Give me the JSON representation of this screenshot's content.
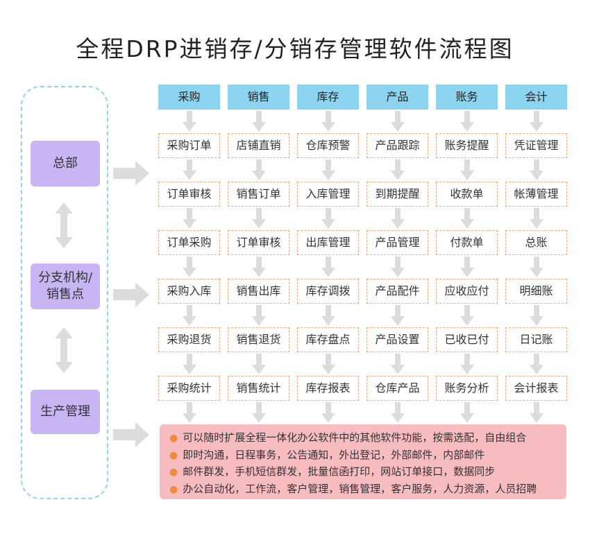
{
  "title": "全程DRP进销存/分销存管理软件流程图",
  "orgs": [
    {
      "label": "总部"
    },
    {
      "label": "分支机构/\n销售点"
    },
    {
      "label": "生产管理"
    }
  ],
  "columns": [
    {
      "header": "采购",
      "items": [
        "采购订单",
        "订单审核",
        "订单采购",
        "采购入库",
        "采购退货",
        "采购统计"
      ]
    },
    {
      "header": "销售",
      "items": [
        "店铺直销",
        "销售订单",
        "订单审核",
        "销售出库",
        "销售退货",
        "销售统计"
      ]
    },
    {
      "header": "库存",
      "items": [
        "仓库预警",
        "入库管理",
        "出库管理",
        "库存调拨",
        "库存盘点",
        "库存报表"
      ]
    },
    {
      "header": "产品",
      "items": [
        "产品跟踪",
        "到期提醒",
        "产品管理",
        "产品配件",
        "产品设置",
        "仓库产品"
      ]
    },
    {
      "header": "账务",
      "items": [
        "账务提醒",
        "收款单",
        "付款单",
        "应收应付",
        "已收已付",
        "账务分析"
      ]
    },
    {
      "header": "会计",
      "items": [
        "凭证管理",
        "帐薄管理",
        "总账",
        "明细账",
        "日记账",
        "会计报表"
      ]
    }
  ],
  "notes": [
    "可以随时扩展全程一体化办公软件中的其他软件功能，按需选配，自由组合",
    "即时沟通，日程事务，公告通知，外出登记，外部邮件，内部邮件",
    "邮件群发，手机短信群发，批量信函打印，网站订单接口，数据同步",
    "办公自动化，工作流，客户管理，销售管理，客户服务，人力资源，人员招聘"
  ],
  "colors": {
    "header_bg": "#8dd4f0",
    "org_bg": "#c8b5f3",
    "cell_border": "#f3a97b",
    "notes_bg": "#f6bcc0",
    "bullet": "#f08a3c",
    "arrow": "#dcdcdc",
    "panel_border": "#8fd3ec"
  },
  "icons": {
    "down_arrow": "down-arrow-icon",
    "right_arrow": "right-arrow-icon",
    "double_arrow": "double-vertical-arrow-icon"
  }
}
